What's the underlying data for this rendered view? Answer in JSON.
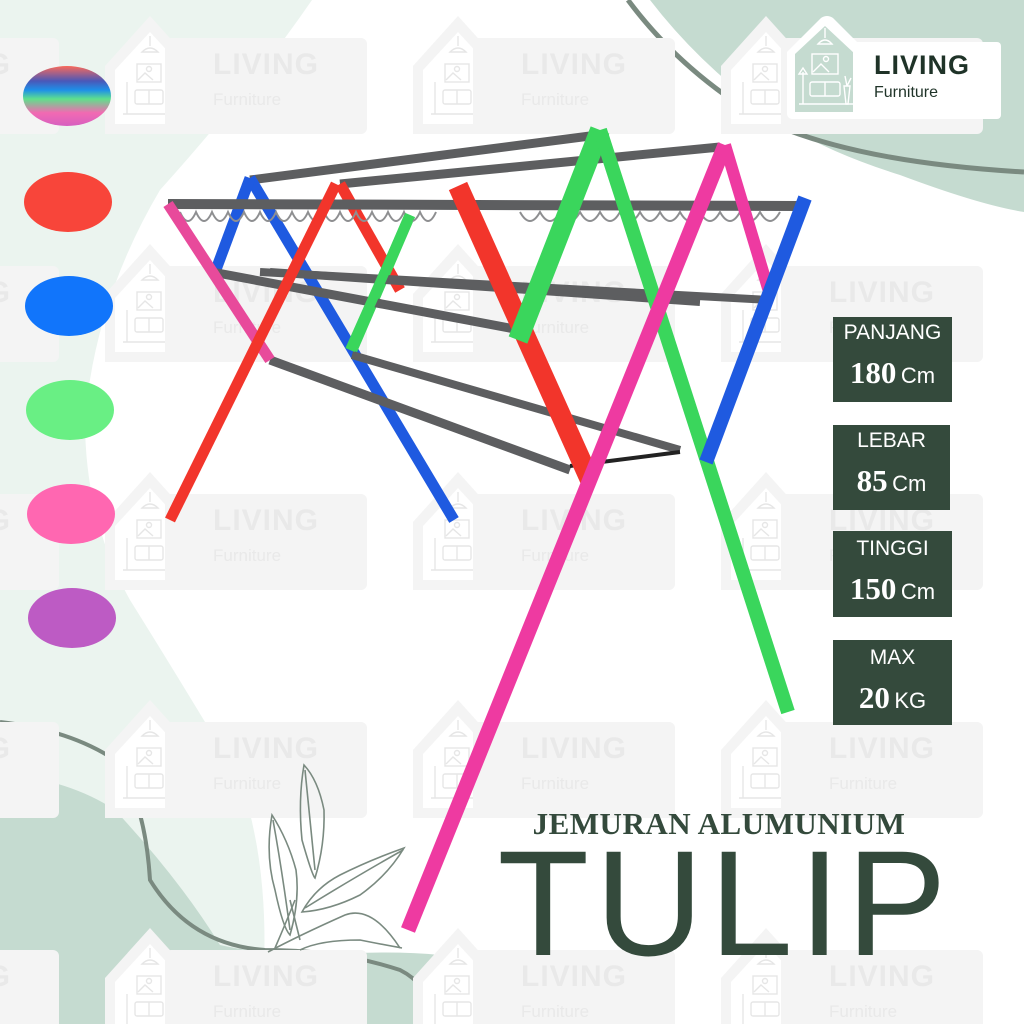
{
  "brand": {
    "title": "LIVING",
    "subtitle": "Furniture"
  },
  "watermark": {
    "title": "LIVING",
    "subtitle": "Furniture"
  },
  "color_options": [
    {
      "name": "rainbow",
      "colors": [
        "#f96a5b",
        "#4a58b8",
        "#1e8fe8",
        "#5fe08c",
        "#f26ab2",
        "#d65fc0"
      ]
    },
    {
      "name": "red",
      "color": "#f8453a"
    },
    {
      "name": "blue",
      "color": "#1175fb"
    },
    {
      "name": "green",
      "color": "#69ef84"
    },
    {
      "name": "pink",
      "color": "#ff67b1"
    },
    {
      "name": "purple",
      "color": "#bd5bc4"
    }
  ],
  "specs": [
    {
      "label": "PANJANG",
      "value": "180",
      "unit": "Cm"
    },
    {
      "label": "LEBAR",
      "value": "85",
      "unit": "Cm"
    },
    {
      "label": "TINGGI",
      "value": "150",
      "unit": "Cm"
    },
    {
      "label": "MAX",
      "value": "20",
      "unit": "KG"
    }
  ],
  "product": {
    "category": "JEMURAN ALUMUNIUM",
    "name": "TULIP"
  },
  "theme": {
    "dark_green": "#344a3c",
    "sage": "#c5dbd0",
    "mint": "#ebf4ef",
    "curve_line": "#7a8a80"
  }
}
